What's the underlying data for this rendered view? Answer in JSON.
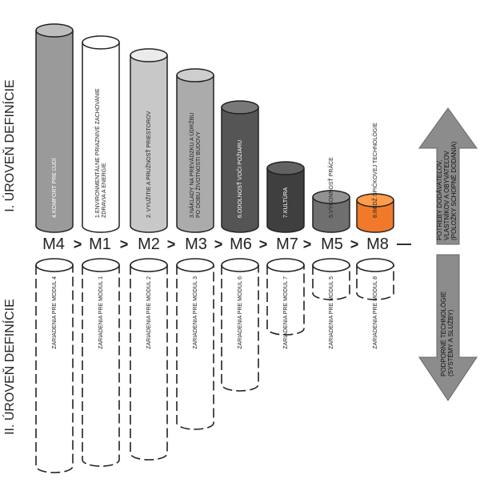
{
  "levels": {
    "level1": "I. ÚROVEŇ DEFINÍCIE",
    "level2": "II. ÚROVEŇ DEFINÍCIE"
  },
  "order": {
    "codes": [
      "M4",
      "M1",
      "M2",
      "M3",
      "M6",
      "M7",
      "M5",
      "M8"
    ],
    "separator": ">",
    "end": "—"
  },
  "needs": [
    {
      "code": "M4",
      "lines": [
        "4.KOMFORT PRE ĽUDÍ"
      ],
      "fill": "#9a9a9a",
      "text_color": "#ffffff"
    },
    {
      "code": "M1",
      "lines": [
        "1.ENVIRONMENTÁLNE PRIAZNIVÉ ZACHOVANIE",
        "ZDRAVIA A ENERGIE"
      ],
      "fill": "#ffffff",
      "text_color": "#222222"
    },
    {
      "code": "M2",
      "lines": [
        "2. VYUŽITIE A PRUŽNOSŤ PRIESTOROV"
      ],
      "fill": "#c8c8c8",
      "text_color": "#222222"
    },
    {
      "code": "M3",
      "lines": [
        "3.NÁKLADY NA PREVÁDZKU A ÚDRŽBU",
        "PO DOBU ŽIVOTNOSTI BUDOVY"
      ],
      "fill": "#ababab",
      "text_color": "#222222"
    },
    {
      "code": "M6",
      "lines": [
        "6.ODOLNOSŤ VOČI POŽIARU"
      ],
      "fill": "#555555",
      "text_color": "#ffffff"
    },
    {
      "code": "M7",
      "lines": [
        "7.KULTÚRA"
      ],
      "fill": "#3f3f3f",
      "text_color": "#ffffff"
    },
    {
      "code": "M5",
      "lines": [
        "5.VÝKONNOSŤ PRÁCE"
      ],
      "fill": "#6f6f6f",
      "text_color": "#222222"
    },
    {
      "code": "M8",
      "lines": [
        "8.IMIDŽ ŠPIČKOVEJ TECHNOLÓGIE"
      ],
      "fill": "#f07a2a",
      "text_color": "#222222"
    }
  ],
  "facilities": [
    "ZARIADENIA PRE MODUL 4",
    "ZARIADENIA PRE MODUL 1",
    "ZARIADENIA PRE MODUL 2",
    "ZARIADENIA PRE MODUL 3",
    "ZARIADENIA PRE MODUL 6",
    "ZARIADENIA PRE MODUL 7",
    "ZARIADENIA PRE MODUL 5",
    "ZARIADENIA PRE MODUL 8"
  ],
  "arrow_up": {
    "lines": [
      "POTREBY DODÁVATEĽOV,",
      "VLASTNÍKOV A OBYVATEĽOV",
      "(POLOŽKY SCHOPNÉ DODANIA)"
    ],
    "fill": "#8c8c8c"
  },
  "arrow_down": {
    "lines": [
      "PODPORNÉ TECHNOLÓGIE",
      "(SYSTÉMY A SLUŽBY)"
    ],
    "fill": "#8c8c8c"
  }
}
